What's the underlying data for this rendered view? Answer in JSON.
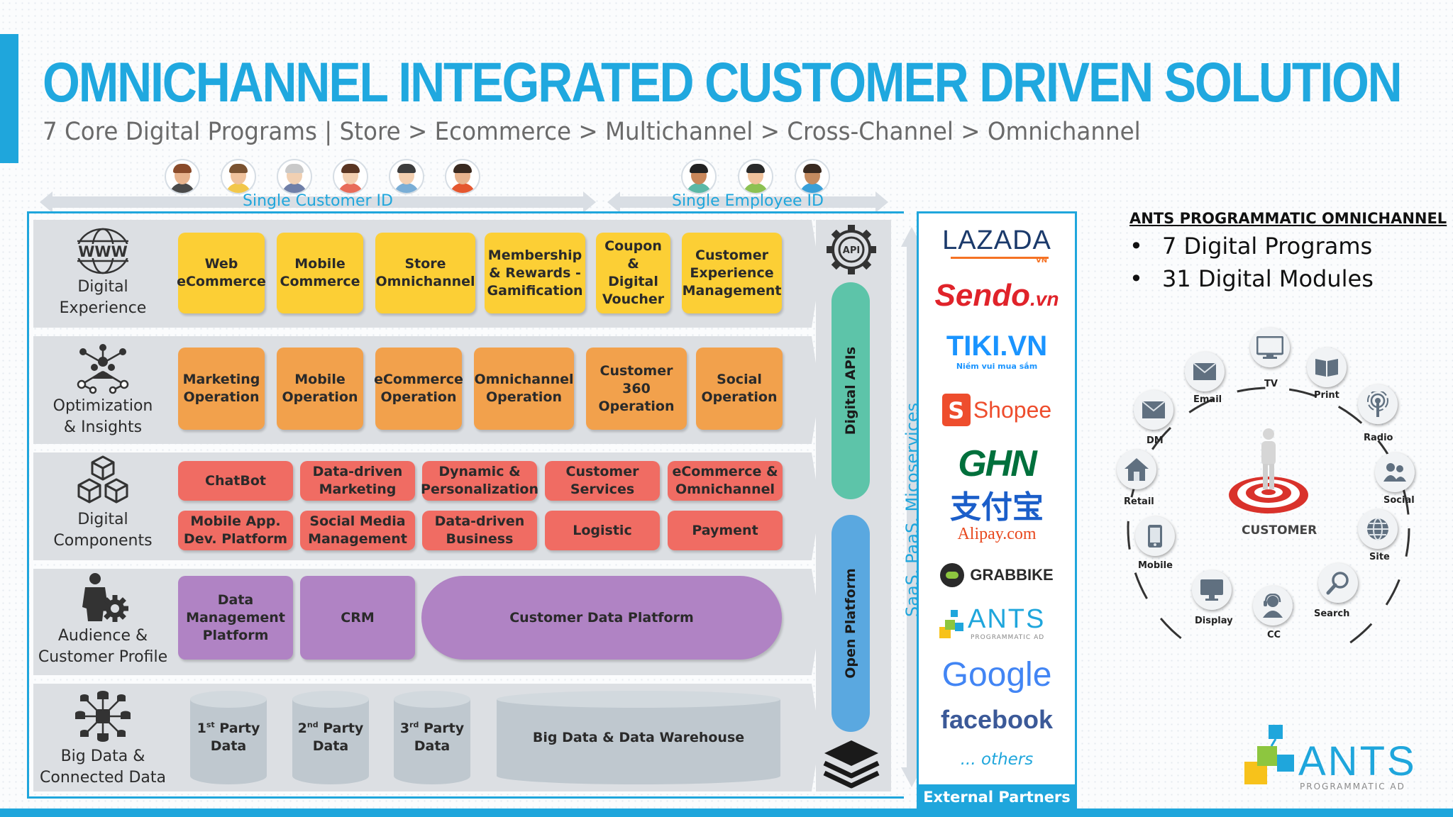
{
  "title": "OMNICHANNEL INTEGRATED CUSTOMER DRIVEN SOLUTION",
  "subtitle": "7 Core Digital Programs | Store > Ecommerce > Multichannel > Cross-Channel > Omnichannel",
  "customer_id_label": "Single Customer ID",
  "employee_id_label": "Single Employee ID",
  "rows": [
    {
      "label_l1": "Digital",
      "label_l2": "Experience",
      "icon": "www-globe-icon",
      "boxes": [
        "Web\neCommerce",
        "Mobile\nCommerce",
        "Store\nOmnichannel",
        "Membership\n& Rewards -\nGamification",
        "Coupon &\nDigital\nVoucher",
        "Customer\nExperience\nManagement"
      ]
    },
    {
      "label_l1": "Optimization",
      "label_l2": "& Insights",
      "icon": "network-people-icon",
      "boxes": [
        "Marketing\nOperation",
        "Mobile\nOperation",
        "eCommerce\nOperation",
        "Omnichannel\nOperation",
        "Customer 360\nOperation",
        "Social\nOperation"
      ]
    },
    {
      "label_l1": "Digital",
      "label_l2": "Components",
      "icon": "cubes-icon",
      "boxes": [
        "ChatBot",
        "Data-driven\nMarketing",
        "Dynamic &\nPersonalization",
        "Customer\nServices",
        "eCommerce &\nOmnichannel",
        "Mobile App.\nDev. Platform",
        "Social Media\nManagement",
        "Data-driven\nBusiness",
        "Logistic",
        "Payment"
      ]
    },
    {
      "label_l1": "Audience &",
      "label_l2": "Customer Profile",
      "icon": "user-gear-icon",
      "boxes": [
        "Data\nManagement\nPlatform",
        "CRM",
        "Customer Data Platform"
      ]
    },
    {
      "label_l1": "Big Data &",
      "label_l2": "Connected Data",
      "icon": "data-network-icon",
      "cylinders": [
        {
          "n": "1",
          "sup": "st",
          "rest": " Party\nData"
        },
        {
          "n": "2",
          "sup": "nd",
          "rest": " Party\nData"
        },
        {
          "n": "3",
          "sup": "rd",
          "rest": " Party\nData"
        },
        {
          "n": "",
          "sup": "",
          "rest": "Big Data & Data Warehouse"
        }
      ]
    }
  ],
  "api_badge": "API",
  "digital_apis": "Digital APIs",
  "open_platform": "Open Platform",
  "saas_label": "SaaS, PaaS, Micoservices",
  "partners": {
    "lazada": "LAZADA",
    "lazada_vn": "VN",
    "sendo": "Sendo",
    "sendo_vn": ".vn",
    "tiki": "TIKI.VN",
    "tiki_sub": "Niềm vui mua sắm",
    "shopee": "Shopee",
    "ghn": "GHN",
    "alipay_cn": "支付宝",
    "alipay": "Alipay.com",
    "grab": "GRABBIKE",
    "ants": "ANTS",
    "ants_sub": "PROGRAMMATIC AD",
    "google": "Google",
    "facebook": "facebook",
    "others": "... others",
    "footer": "External Partners"
  },
  "ants_heading": "ANTS PROGRAMMATIC OMNICHANNEL",
  "ants_bullets": [
    "7 Digital Programs",
    "31 Digital Modules"
  ],
  "wheel": {
    "center": "CUSTOMER",
    "nodes": [
      "Email",
      "TV",
      "Print",
      "Radio",
      "Social",
      "Site",
      "Search",
      "CC",
      "Display",
      "Mobile",
      "Retail",
      "DM"
    ]
  },
  "brand_logo": "ANTS",
  "brand_sub": "PROGRAMMATIC AD",
  "colors": {
    "accent": "#1fa6dc",
    "yellow": "#fccf35",
    "orange": "#f2a14c",
    "red": "#f06c63",
    "purple": "#b083c4",
    "api_green": "#5dc4a9",
    "platform_blue": "#5aa8e0"
  }
}
